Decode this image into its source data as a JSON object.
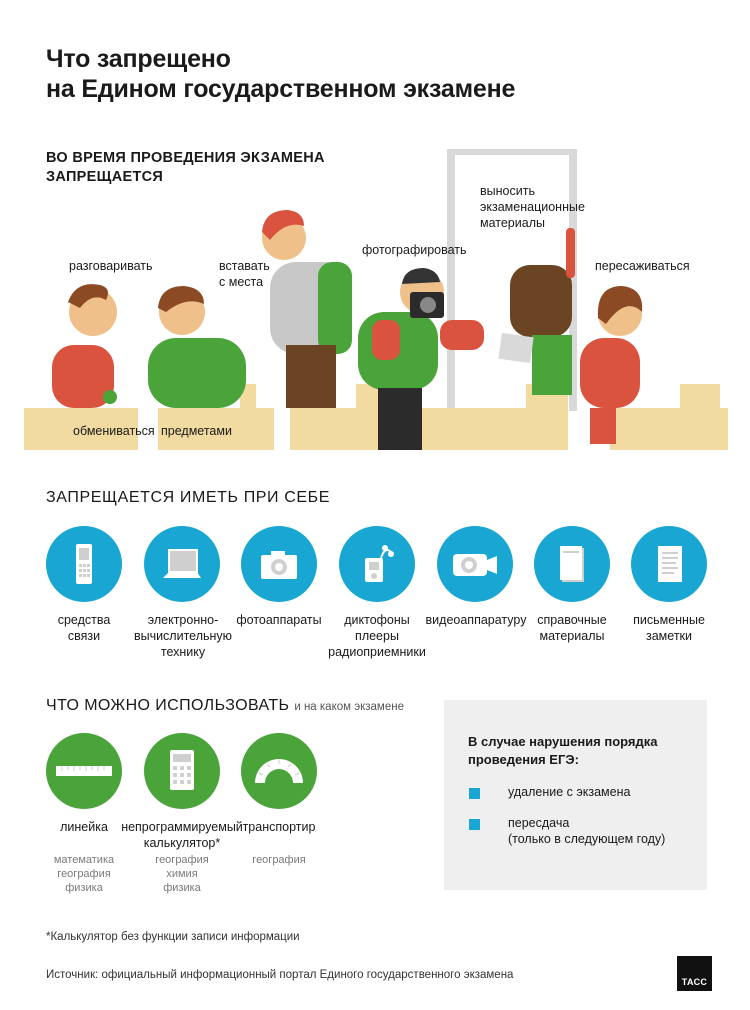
{
  "title_line1": "Что запрещено",
  "title_line2": "на Едином государственном экзамене",
  "during_exam": {
    "heading_line1": "ВО ВРЕМЯ ПРОВЕДЕНИЯ ЭКЗАМЕНА",
    "heading_line2": "ЗАПРЕЩАЕТСЯ",
    "labels": {
      "talk": "разговаривать",
      "stand_line1": "вставать",
      "stand_line2": "с места",
      "photo": "фотографировать",
      "carry_line1": "выносить",
      "carry_line2": "экзаменационные",
      "carry_line3": "материалы",
      "move": "пересаживаться",
      "exchange_1": "обмениваться",
      "exchange_2": "предметами"
    }
  },
  "forbidden_items": {
    "heading": "ЗАПРЕЩАЕТСЯ ИМЕТЬ ПРИ СЕБЕ",
    "items": [
      {
        "icon": "phone-icon",
        "line1": "средства",
        "line2": "связи",
        "line3": ""
      },
      {
        "icon": "laptop-icon",
        "line1": "электронно-",
        "line2": "вычислительную",
        "line3": "технику"
      },
      {
        "icon": "camera-icon",
        "line1": "фотоаппараты",
        "line2": "",
        "line3": ""
      },
      {
        "icon": "recorder-icon",
        "line1": "диктофоны",
        "line2": "плееры",
        "line3": "радиоприемники"
      },
      {
        "icon": "videocamera-icon",
        "line1": "видеоаппаратуру",
        "line2": "",
        "line3": ""
      },
      {
        "icon": "book-icon",
        "line1": "справочные",
        "line2": "материалы",
        "line3": ""
      },
      {
        "icon": "notes-icon",
        "line1": "письменные",
        "line2": "заметки",
        "line3": ""
      }
    ]
  },
  "allowed": {
    "heading": "ЧТО МОЖНО ИСПОЛЬЗОВАТЬ",
    "heading_small": "и на каком экзамене",
    "items": [
      {
        "icon": "ruler-icon",
        "line1": "линейка",
        "line2": "",
        "sub1": "математика",
        "sub2": "география",
        "sub3": "физика"
      },
      {
        "icon": "calculator-icon",
        "line1": "непрограммируемый",
        "line2": "калькулятор*",
        "sub1": "география",
        "sub2": "химия",
        "sub3": "физика"
      },
      {
        "icon": "protractor-icon",
        "line1": "транспортир",
        "line2": "",
        "sub1": "география",
        "sub2": "",
        "sub3": ""
      }
    ]
  },
  "violation": {
    "title_line1": "В случае нарушения порядка",
    "title_line2": "проведения ЕГЭ:",
    "item1": "удаление с экзамена",
    "item2_line1": "пересдача",
    "item2_line2": "(только в следующем году)"
  },
  "footnote": "*Калькулятор без функции записи информации",
  "source": "Источник: официальный информационный портал Единого государственного экзамена",
  "logo": "ТАСС",
  "colors": {
    "blue": "#1aa6d2",
    "green": "#4aa43a",
    "desk": "#f1dba0",
    "panel": "#efefef"
  }
}
